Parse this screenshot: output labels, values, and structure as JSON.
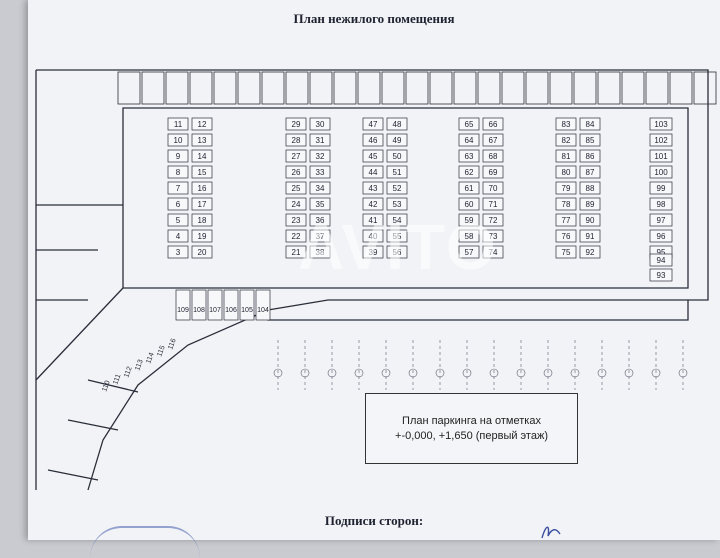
{
  "document": {
    "title": "План нежилого помещения",
    "footer_title": "Подписи сторон:",
    "watermark": "AVITO"
  },
  "caption": {
    "line1": "План паркинга на отметках",
    "line2": "+-0,000, +1,650 (первый этаж)"
  },
  "parking": {
    "columns": [
      {
        "left": [
          "11",
          "10",
          "9",
          "8",
          "7",
          "6",
          "5",
          "4",
          "3"
        ],
        "right": [
          "12",
          "13",
          "14",
          "15",
          "16",
          "17",
          "18",
          "19",
          "20"
        ]
      },
      {
        "left": [
          "29",
          "28",
          "27",
          "26",
          "25",
          "24",
          "23",
          "22",
          "21"
        ],
        "right": [
          "30",
          "31",
          "32",
          "33",
          "34",
          "35",
          "36",
          "37",
          "38"
        ]
      },
      {
        "left": [
          "47",
          "46",
          "45",
          "44",
          "43",
          "42",
          "41",
          "40",
          "39"
        ],
        "right": [
          "48",
          "49",
          "50",
          "51",
          "52",
          "53",
          "54",
          "55",
          "56"
        ]
      },
      {
        "left": [
          "65",
          "64",
          "63",
          "62",
          "61",
          "60",
          "59",
          "58",
          "57"
        ],
        "right": [
          "66",
          "67",
          "68",
          "69",
          "70",
          "71",
          "72",
          "73",
          "74"
        ]
      },
      {
        "left": [
          "83",
          "82",
          "81",
          "80",
          "79",
          "78",
          "77",
          "76",
          "75"
        ],
        "right": [
          "84",
          "85",
          "86",
          "87",
          "88",
          "89",
          "90",
          "91",
          "92"
        ]
      }
    ],
    "right_column": [
      "103",
      "102",
      "101",
      "100",
      "99",
      "98",
      "97",
      "96",
      "95",
      "94",
      "93"
    ],
    "lower_row": [
      "109",
      "108",
      "107",
      "106",
      "105",
      "104"
    ],
    "ramp_row": [
      "110",
      "111",
      "112",
      "113",
      "114",
      "115",
      "116"
    ]
  },
  "colors": {
    "line": "#2a2e3a",
    "paper": "#f2f3f6",
    "grid": "#5a5f6e"
  }
}
